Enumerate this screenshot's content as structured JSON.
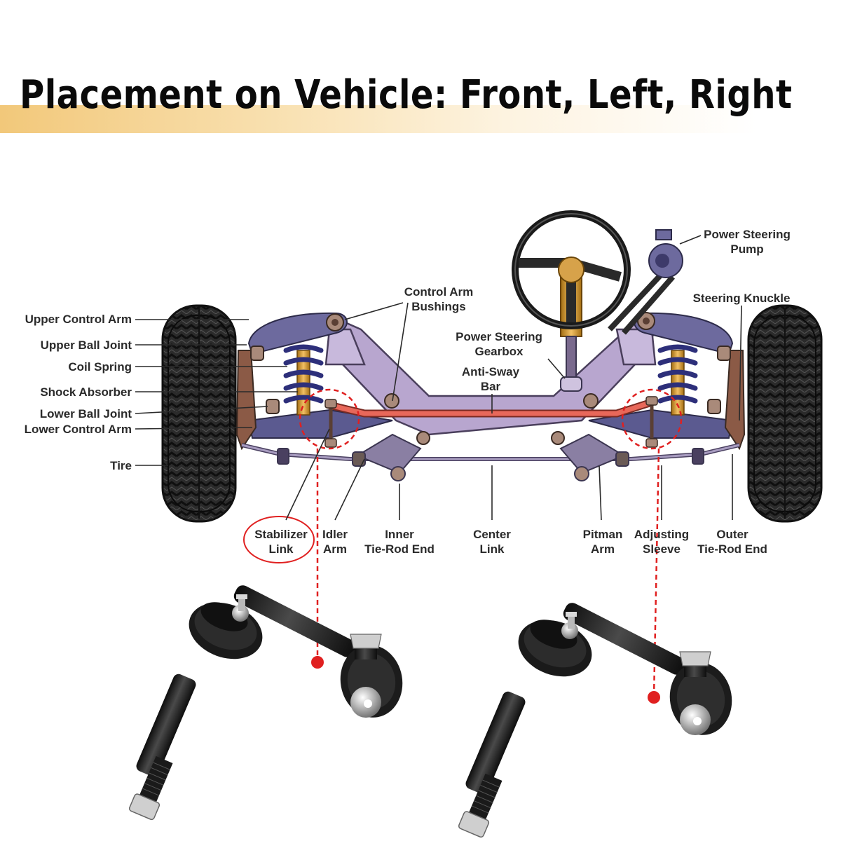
{
  "title": "Placement on Vehicle: Front, Left, Right",
  "colors": {
    "title_text": "#0a0a0a",
    "title_band": "#f2c87a",
    "highlight": "#e02020",
    "frame": "#b8a6cf",
    "sway_bar": "#e8685a",
    "label_text": "#2a2a2a"
  },
  "labels": {
    "left": [
      "Upper Control Arm",
      "Upper Ball Joint",
      "Coil Spring",
      "Shock Absorber",
      "Lower Ball Joint",
      "Lower Control Arm",
      "Tire"
    ],
    "top": {
      "control_arm_bushings": [
        "Control Arm",
        "Bushings"
      ],
      "power_steering_pump": [
        "Power Steering",
        "Pump"
      ],
      "steering_knuckle": "Steering Knuckle",
      "power_steering_gearbox": [
        "Power Steering",
        "Gearbox"
      ],
      "anti_sway_bar": [
        "Anti-Sway",
        "Bar"
      ]
    },
    "bottom": [
      [
        "Stabilizer",
        "Link"
      ],
      [
        "Idler",
        "Arm"
      ],
      [
        "Inner",
        "Tie-Rod End"
      ],
      [
        "Center",
        "Link"
      ],
      [
        "Pitman",
        "Arm"
      ],
      [
        "Adjusting",
        "Sleeve"
      ],
      [
        "Outer",
        "Tie-Rod End"
      ]
    ],
    "highlighted": "Stabilizer Link"
  },
  "icons": [
    "tire-icon",
    "steering-wheel-icon",
    "stabilizer-link-icon",
    "coil-spring-icon",
    "red-dot-icon"
  ]
}
